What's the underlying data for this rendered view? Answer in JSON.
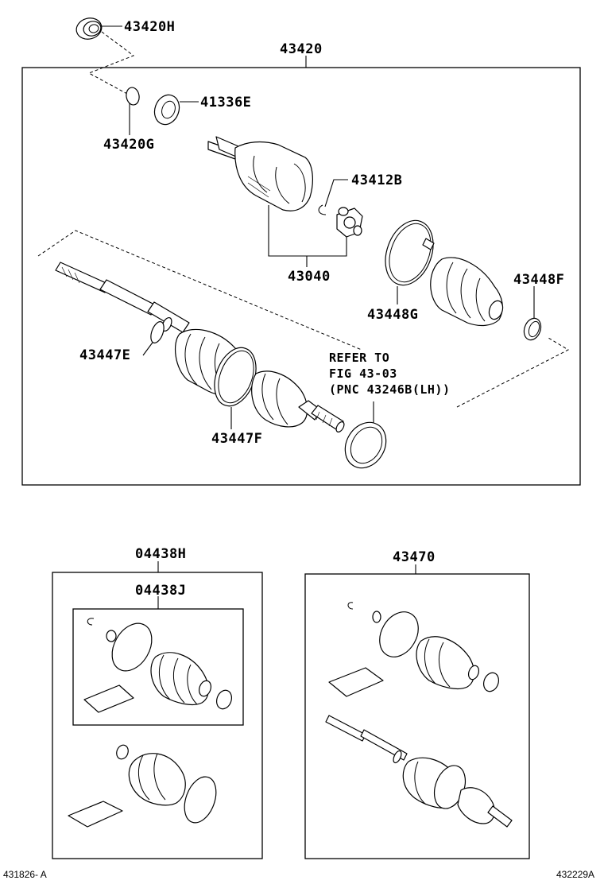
{
  "diagram": {
    "part_labels": {
      "p43420H": "43420H",
      "p43420": "43420",
      "p41336E": "41336E",
      "p43420G": "43420G",
      "p43412B": "43412B",
      "p43040": "43040",
      "p43448F": "43448F",
      "p43448G": "43448G",
      "p43447E": "43447E",
      "p43447F": "43447F",
      "p04438H": "04438H",
      "p04438J": "04438J",
      "p43470": "43470"
    },
    "refer_note": {
      "line1": "REFER TO",
      "line2": "FIG 43-03",
      "line3": "(PNC 43246B(LH))"
    },
    "footer": {
      "left_code": "431826- A",
      "right_code": "432229A"
    }
  }
}
